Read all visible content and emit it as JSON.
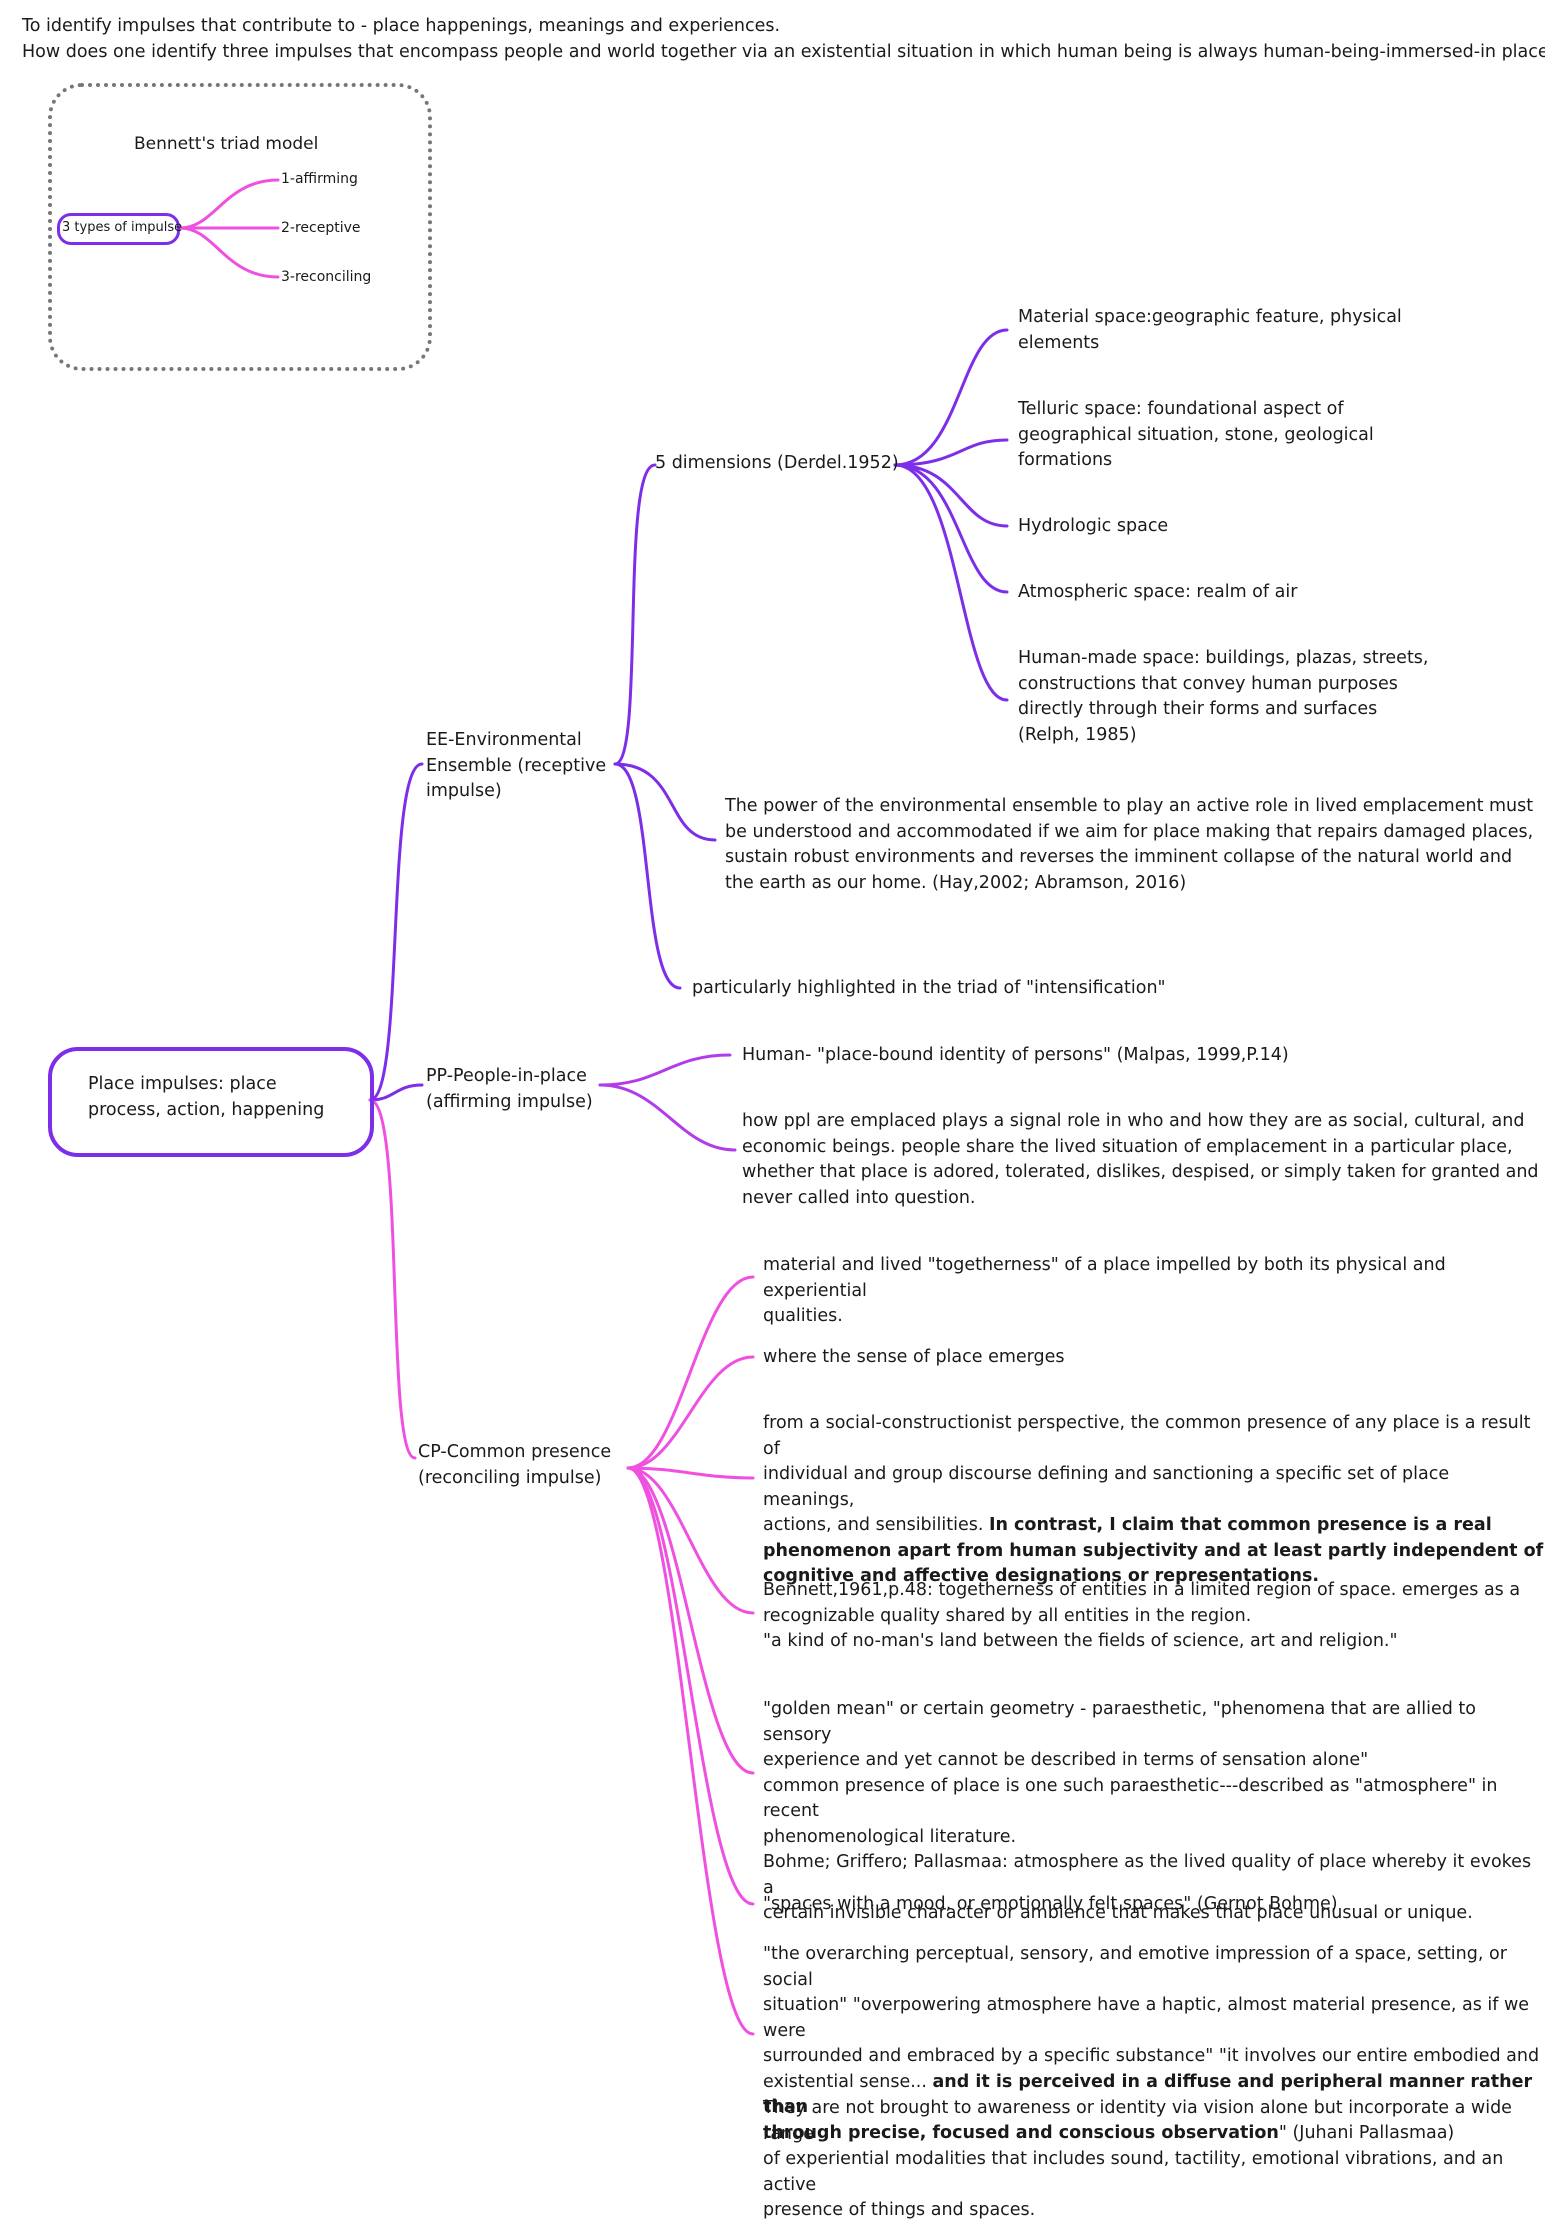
{
  "header": {
    "line1": "To identify impulses that contribute to - place happenings, meanings and experiences.",
    "line2": "How does one identify three impulses that encompass people and world together via an existential situation in which human being is always human-being-immersed-in place?"
  },
  "triad": {
    "title": "Bennett's triad model",
    "center": "3 types of impulse",
    "items": [
      "1-affirming",
      "2-receptive",
      "3-reconciling"
    ]
  },
  "root": "Place impulses: place\nprocess, action, happening",
  "ee": {
    "label": "EE-Environmental\nEnsemble (receptive\nimpulse)",
    "dimensions_label": "5 dimensions (Derdel.1952)",
    "dimensions": [
      "Material space:geographic feature, physical\nelements",
      "Telluric space: foundational aspect of\ngeographical situation, stone, geological\nformations",
      "Hydrologic space",
      "Atmospheric space: realm of air",
      "Human-made space: buildings, plazas, streets,\nconstructions that convey human purposes\ndirectly through their forms and surfaces\n(Relph, 1985)"
    ],
    "power": "The power of the environmental ensemble to play an active role in lived emplacement must\nbe understood and accommodated if we aim for place making that repairs damaged places,\nsustain robust environments and reverses the imminent collapse of the natural world and\nthe earth as our home. (Hay,2002; Abramson, 2016)",
    "highlight": "particularly highlighted in the triad of \"intensification\""
  },
  "pp": {
    "label": "PP-People-in-place\n(affirming impulse)",
    "items": [
      "Human- \"place-bound identity of persons\" (Malpas, 1999,P.14)",
      "how ppl are emplaced plays a signal role in who and how they are as social, cultural, and\neconomic beings. people share the lived situation of emplacement in a particular place,\nwhether that place is adored, tolerated, dislikes, despised, or simply taken for granted and\nnever called into question."
    ]
  },
  "cp": {
    "label": "CP-Common presence\n(reconciling impulse)",
    "item1": "material and lived \"togetherness\" of a place impelled by both its physical and experiential\nqualities.",
    "item2": "where the sense of place emerges",
    "item3_plain": "from a social-constructionist perspective, the common presence of any place is a result of\nindividual and group discourse defining and sanctioning a specific set of place meanings,\nactions, and sensibilities. ",
    "item3_bold": "In contrast, I claim that common presence is a real\nphenomenon apart from human subjectivity and at least partly independent of\ncognitive and affective designations or representations.",
    "item4": "Bennett,1961,p.48: togetherness of entities in a limited region of space. emerges as a\nrecognizable quality shared by all entities in the region.\n\"a kind of no-man's land between the fields of science, art and religion.\"",
    "item5": "\"golden mean\" or certain geometry - paraesthetic, \"phenomena that are allied to sensory\nexperience and yet cannot be described in terms of sensation alone\"\ncommon presence of place is one such paraesthetic---described as \"atmosphere\" in recent\nphenomenological literature.\nBohme; Griffero; Pallasmaa: atmosphere as the lived quality of place whereby it evokes a\ncertain invisible character or ambience that makes that place unusual or unique.",
    "item6": "\"spaces with a mood, or emotionally felt spaces\" (Gernot Bohme)",
    "item7_plain": "\"the overarching perceptual, sensory, and emotive impression of a space, setting, or social\nsituation\" \"overpowering atmosphere have a haptic, almost material presence, as if we were\nsurrounded and embraced by a specific substance\"  \"it involves our entire embodied and\nexistential sense... ",
    "item7_bold": "and it is perceived in a diffuse and peripheral manner rather than\nthrough precise, focused and conscious observation",
    "item7_tail": "\"  (Juhani Pallasmaa)",
    "item8": "They are not brought to awareness or identity via vision alone but incorporate a wide range\nof experiential modalities that includes sound, tactility, emotional vibrations, and an active\npresence of things and spaces."
  },
  "colors": {
    "violet": "#7c2ee8",
    "magenta": "#f050e0"
  }
}
